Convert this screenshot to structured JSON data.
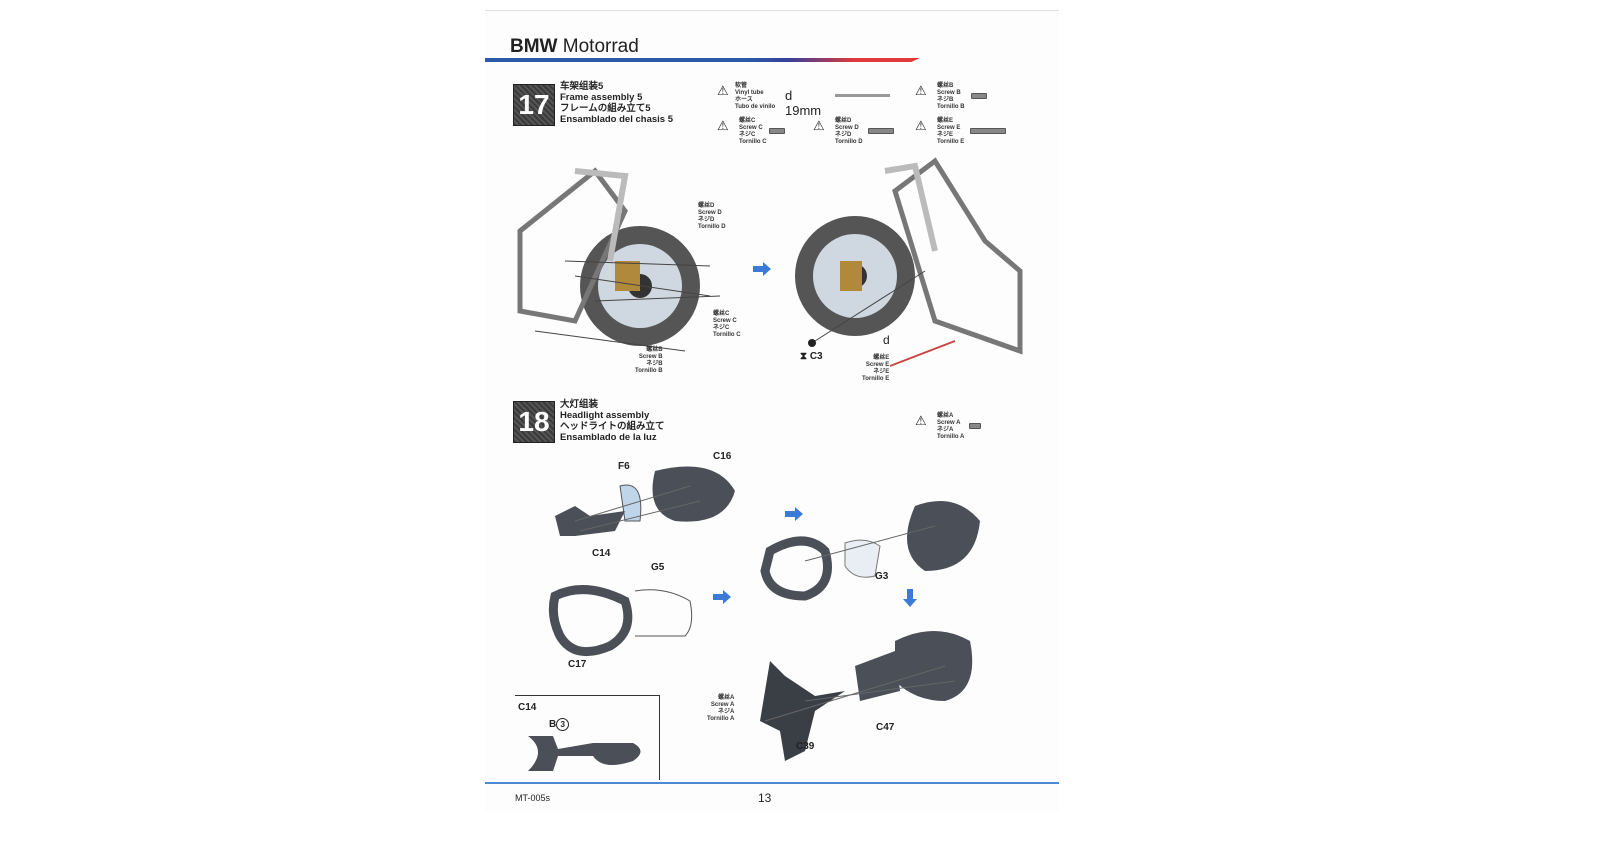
{
  "header": {
    "brand_bold": "BMW",
    "brand_rest": "Motorrad"
  },
  "step17": {
    "number": "17",
    "title": [
      "车架组装5",
      "Frame assembly 5",
      "フレームの組み立て5",
      "Ensamblado del chasis 5"
    ],
    "parts_list": [
      {
        "name": "vinyl-tube",
        "lines": [
          "软管",
          "Vinyl tube",
          "ホース",
          "Tubo de vinilo"
        ],
        "size": "d 19mm"
      },
      {
        "name": "screw-b",
        "lines": [
          "螺丝B",
          "Screw B",
          "ネジB",
          "Tornillo B"
        ]
      },
      {
        "name": "screw-c",
        "lines": [
          "螺丝C",
          "Screw C",
          "ネジC",
          "Tornillo C"
        ]
      },
      {
        "name": "screw-d",
        "lines": [
          "螺丝D",
          "Screw D",
          "ネジD",
          "Tornillo D"
        ]
      },
      {
        "name": "screw-e",
        "lines": [
          "螺丝E",
          "Screw E",
          "ネジE",
          "Tornillo E"
        ]
      }
    ],
    "callouts": {
      "screw_d": [
        "螺丝D",
        "Screw D",
        "ネジD",
        "Tornillo D"
      ],
      "screw_c": [
        "螺丝C",
        "Screw C",
        "ネジC",
        "Tornillo C"
      ],
      "screw_b": [
        "螺丝B",
        "Screw B",
        "ネジB",
        "Tornillo B"
      ],
      "screw_e": [
        "螺丝E",
        "Screw E",
        "ネジE",
        "Tornillo E"
      ],
      "c3": "C3",
      "d": "d"
    }
  },
  "step18": {
    "number": "18",
    "title": [
      "大灯组装",
      "Headlight assembly",
      "ヘッドライトの組み立て",
      "Ensamblado de la luz"
    ],
    "parts_list": [
      {
        "name": "screw-a",
        "lines": [
          "螺丝A",
          "Screw A",
          "ネジA",
          "Tornillo A"
        ]
      }
    ],
    "labels": {
      "f6": "F6",
      "c16": "C16",
      "c14": "C14",
      "g5": "G5",
      "c17": "C17",
      "g3": "G3",
      "c47": "C47",
      "c39": "C39"
    },
    "screw_a_callout": [
      "螺丝A",
      "Screw A",
      "ネジA",
      "Tornillo A"
    ],
    "inset": {
      "title": "C14",
      "marker": "B",
      "marker_num": "3"
    }
  },
  "footer": {
    "model": "MT-005s",
    "page": "13"
  }
}
